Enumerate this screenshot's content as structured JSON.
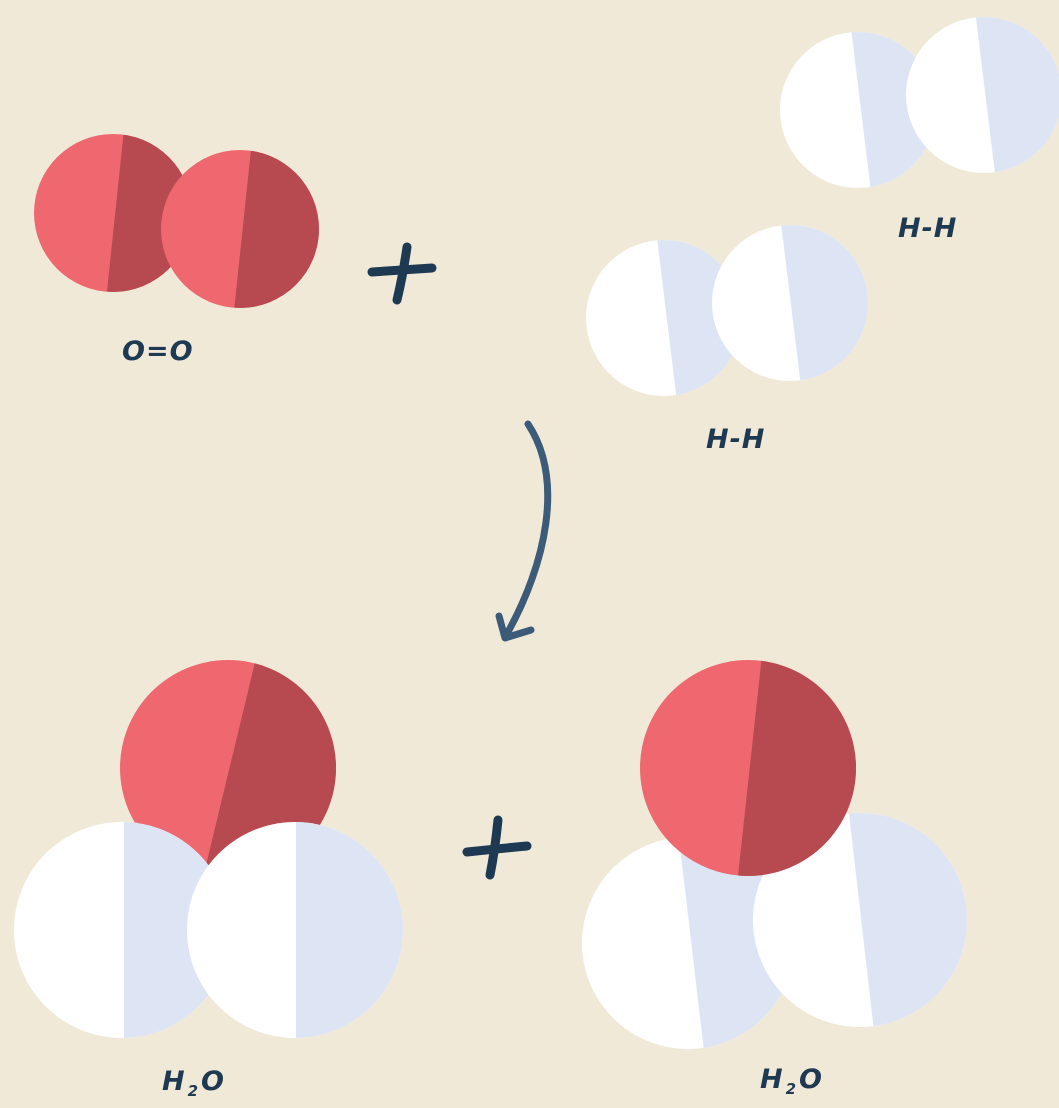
{
  "colors": {
    "background": "#f1e9d8",
    "oxygen_light": "#ef6870",
    "oxygen_dark": "#b64a50",
    "hydrogen_light": "#ffffff",
    "hydrogen_dark": "#dde5f5",
    "ink": "#1e3a52",
    "arrow": "#3b5b78"
  },
  "reactants": {
    "oxygen_label": "O=O",
    "hydrogen_label_1": "H-H",
    "hydrogen_label_2": "H-H",
    "plus": "+"
  },
  "products": {
    "water_1": {
      "symbol": "H",
      "subscript": "2",
      "tail": "O"
    },
    "water_2": {
      "symbol": "H",
      "subscript": "2",
      "tail": "O"
    },
    "plus": "+"
  },
  "arrow_icon": "curved-arrow-down-icon"
}
